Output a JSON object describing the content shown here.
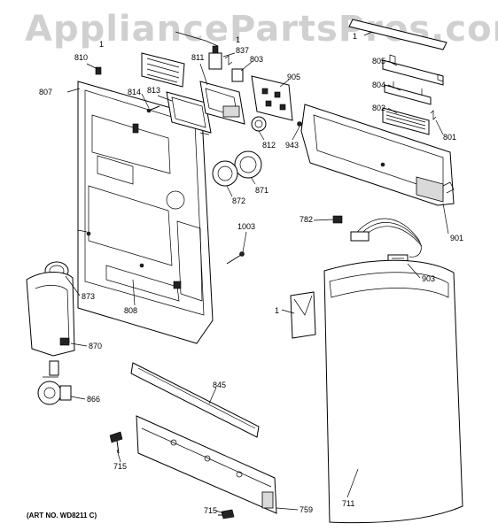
{
  "watermark": "AppliancePartsPros.com",
  "art_number": "(ART NO. WD8211 C)",
  "callouts": {
    "p1_top": "1",
    "p1_mid": "1",
    "p1_pkg": "1",
    "p1_top_right": "1",
    "p810": "810",
    "p811": "811",
    "p837": "837",
    "p803": "803",
    "p905": "905",
    "p805": "805",
    "p804": "804",
    "p802": "802",
    "p801": "801",
    "p807": "807",
    "p814": "814",
    "p813": "813",
    "p812": "812",
    "p943": "943",
    "p871": "871",
    "p872": "872",
    "p782": "782",
    "p901": "901",
    "p1003": "1003",
    "p903": "903",
    "p873": "873",
    "p808": "808",
    "p870": "870",
    "p845": "845",
    "p866": "866",
    "p715a": "715",
    "p715b": "715",
    "p759": "759",
    "p711": "711"
  }
}
